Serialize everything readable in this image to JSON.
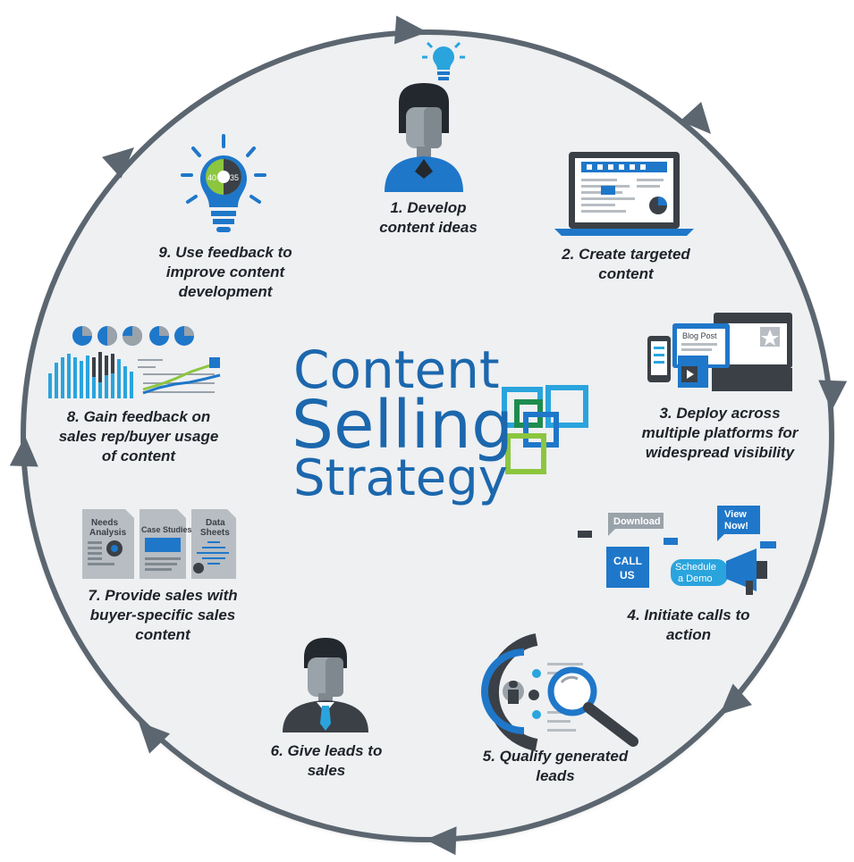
{
  "title": {
    "line1": "Content",
    "line2": "Selling",
    "line3": "Strategy"
  },
  "steps": [
    {
      "label": "1. Develop\ncontent ideas"
    },
    {
      "label": "2. Create targeted\ncontent"
    },
    {
      "label": "3. Deploy across\nmultiple platforms for\nwidespread visibility"
    },
    {
      "label": "4. Initiate calls to\naction"
    },
    {
      "label": "5. Qualify generated\nleads"
    },
    {
      "label": "6. Give leads to\nsales"
    },
    {
      "label": "7. Provide sales with\nbuyer-specific sales\ncontent"
    },
    {
      "label": "8. Gain feedback on\nsales rep/buyer usage\nof content"
    },
    {
      "label": "9. Use feedback to\nimprove content\ndevelopment"
    }
  ],
  "icons": {
    "step1": "idea-person-icon",
    "step2": "laptop-content-icon",
    "step3": "multi-device-icon",
    "step4": "call-to-action-icon",
    "step5": "magnifier-leads-icon",
    "step6": "salesperson-icon",
    "step7": "documents-icon",
    "step8": "analytics-icon",
    "step9": "lightbulb-feedback-icon"
  },
  "icon_text": {
    "blog_post": "Blog Post",
    "download": "Download",
    "view_now_1": "View",
    "view_now_2": "Now!",
    "call_us_1": "CALL",
    "call_us_2": "US",
    "schedule_1": "Schedule",
    "schedule_2": "a Demo",
    "needs_1": "Needs",
    "needs_2": "Analysis",
    "case_studies": "Case Studies",
    "data_1": "Data",
    "data_2": "Sheets",
    "gauge_left": "40",
    "gauge_right": "35"
  },
  "colors": {
    "circle_fill": "#eef0f2",
    "ring": "#5c6670",
    "title_blue": "#1c67ad",
    "accent_blue": "#1f77c9",
    "light_blue": "#2aa4dd",
    "green": "#8cc63f",
    "dark_gray": "#3b4047"
  }
}
